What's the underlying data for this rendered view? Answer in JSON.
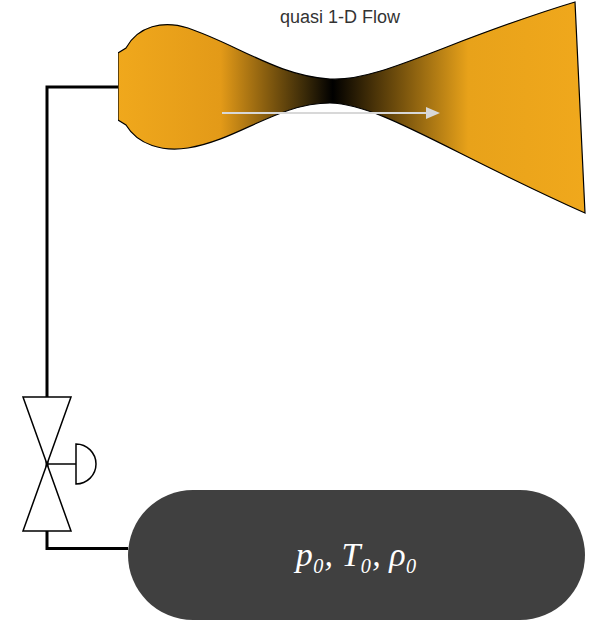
{
  "diagram": {
    "nodes": [
      {
        "text": [
          "quasi 1-D Flow"
        ]
      },
      {
        "text": [
          "p₀, T₀, ρ₀"
        ]
      }
    ],
    "edges": [
      {
        "from": 1,
        "to": 0,
        "arrow": "none"
      }
    ]
  }
}
